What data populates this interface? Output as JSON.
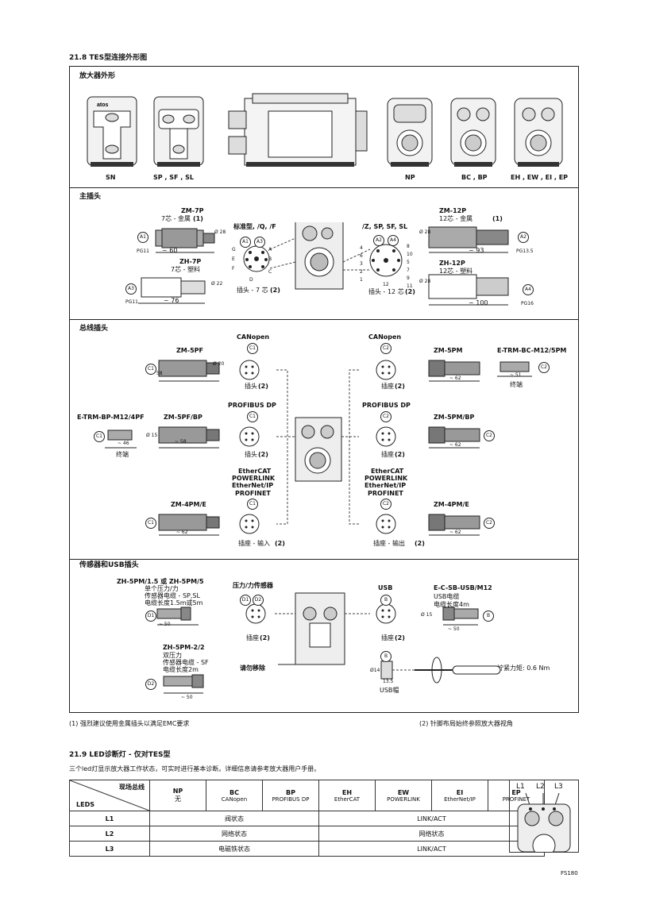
{
  "section_21_8": {
    "title": "21.8 TES型连接外形图",
    "amp": {
      "heading": "放大器外形",
      "labels": [
        "SN",
        "SP , SF , SL",
        "NP",
        "BC , BP",
        "EH , EW , EI , EP"
      ],
      "brand": "atos"
    },
    "main": {
      "heading": "主插头",
      "zm7p": "ZM-7P",
      "zm7p_sub": "7芯 - 金属",
      "zm7p_note": "(1)",
      "zh7p": "ZH-7P",
      "zh7p_sub": "7芯 - 塑料",
      "zm12p": "ZM-12P",
      "zm12p_sub": "12芯 - 金属",
      "zm12p_note": "(1)",
      "zh12p": "ZH-12P",
      "zh12p_sub": "12芯 - 塑料",
      "std": "标准型, /Q, /F",
      "std_plug": "插头 - 7 芯",
      "std_note": "(2)",
      "alt": "/Z, SP, SF, SL",
      "alt_plug": "插头 - 12 芯",
      "alt_note": "(2)",
      "dims": {
        "a": "~ 60",
        "b": "~ 76",
        "c": "~ 93",
        "d": "~ 100",
        "pg11a": "PG11",
        "pg11b": "PG11",
        "pg13": "PG13.5",
        "pg16": "PG16",
        "dia28a": "Ø 28",
        "dia22": "Ø 22",
        "dia28b": "Ø 28",
        "dia28c": "Ø 28"
      },
      "pins7": [
        "G",
        "E",
        "F",
        "D",
        "A",
        "B",
        "C"
      ],
      "pins12": [
        "4",
        "6",
        "3",
        "2",
        "1",
        "8",
        "10",
        "5",
        "7",
        "9",
        "11",
        "12"
      ],
      "circles": [
        "A1",
        "A3",
        "A2",
        "A4"
      ]
    },
    "bus": {
      "heading": "总线插头",
      "canopen": "CANopen",
      "profibus": "PROFIBUS DP",
      "ethercat": [
        "EtherCAT",
        "POWERLINK",
        "EtherNet/IP",
        "PROFINET"
      ],
      "zm5pf": "ZM-5PF",
      "zm5pfbp": "ZM-5PF/BP",
      "etrm_bp": "E-TRM-BP-M12/4PF",
      "zm5pm": "ZM-5PM",
      "etrm_bc": "E-TRM-BC-M12/5PM",
      "zm5pmbp": "ZM-5PM/BP",
      "zm4pme_l": "ZM-4PM/E",
      "zm4pme_r": "ZM-4PM/E",
      "terminal_l": "终端",
      "terminal_r": "终端",
      "plug": "插头",
      "socket": "插座",
      "socket_in": "插座 - 输入",
      "socket_out": "插座 - 输出",
      "note": "(2)",
      "dims": {
        "d58a": "~ 58",
        "d58b": "~ 58",
        "d46": "~ 46",
        "d62a": "~ 62",
        "d62b": "~ 62",
        "d62c": "~ 62",
        "d62d": "~ 62",
        "d51": "~ 51",
        "dia20": "Ø 20",
        "dia15": "Ø 15"
      },
      "circles": [
        "C1",
        "C2"
      ]
    },
    "sensor": {
      "heading": "传感器和USB插头",
      "zh5pm": "ZH-5PM/1.5 或 ZH-5PM/5",
      "zh5pm_1": "单个压力/力",
      "zh5pm_2": "传感器电缆 - SP,SL",
      "zh5pm_3": "电缆长度1.5m或5m",
      "zh5pm22": "ZH-5PM-2/2",
      "zh5pm22_1": "双压力",
      "zh5pm22_2": "传感器电缆 - SF",
      "zh5pm22_3": "电缆长度2m",
      "pressure": "压力/力传感器",
      "pressure_socket": "插座",
      "pressure_note": "(2)",
      "usb": "USB",
      "usb_socket": "插座",
      "usb_note": "(2)",
      "ecsb": "E-C-SB-USB/M12",
      "ecsb_1": "USB电缆",
      "ecsb_2": "电缆长度4m",
      "do_not_remove": "请勿移除",
      "usb_cap": "USB帽",
      "torque": "拧紧力矩: 0.6 Nm",
      "dims": {
        "d50a": "~ 50",
        "d50b": "~ 50",
        "d50c": "~ 50",
        "dia15": "Ø 15",
        "d14": "Ø14",
        "d135": "13.5"
      },
      "circles": [
        "D1",
        "D2",
        "B"
      ]
    },
    "footnote1": "(1) 强烈建议使用金属插头以满足EMC要求",
    "footnote2": "(2) 针脚布局始终参照放大器视角"
  },
  "section_21_9": {
    "title": "21.9 LED诊断灯 - 仅对TES型",
    "intro": "三个led灯显示放大器工作状态，可实时进行基本诊断。详细信息请参考放大器用户手册。",
    "corner_top": "现场总线",
    "corner_bottom": "LEDS",
    "columns": [
      {
        "a": "NP",
        "b": "无"
      },
      {
        "a": "BC",
        "b": "CANopen"
      },
      {
        "a": "BP",
        "b": "PROFIBUS DP"
      },
      {
        "a": "EH",
        "b": "EtherCAT"
      },
      {
        "a": "EW",
        "b": "POWERLINK"
      },
      {
        "a": "EI",
        "b": "EtherNet/IP"
      },
      {
        "a": "EP",
        "b": "PROFINET"
      }
    ],
    "rows": [
      {
        "led": "L1",
        "left": "阀状态",
        "right": "LINK/ACT"
      },
      {
        "led": "L2",
        "left": "网络状态",
        "right": "网络状态"
      },
      {
        "led": "L3",
        "left": "电磁铁状态",
        "right": "LINK/ACT"
      }
    ],
    "led_labels": [
      "L1",
      "L2",
      "L3"
    ]
  },
  "page_number": "FS180"
}
